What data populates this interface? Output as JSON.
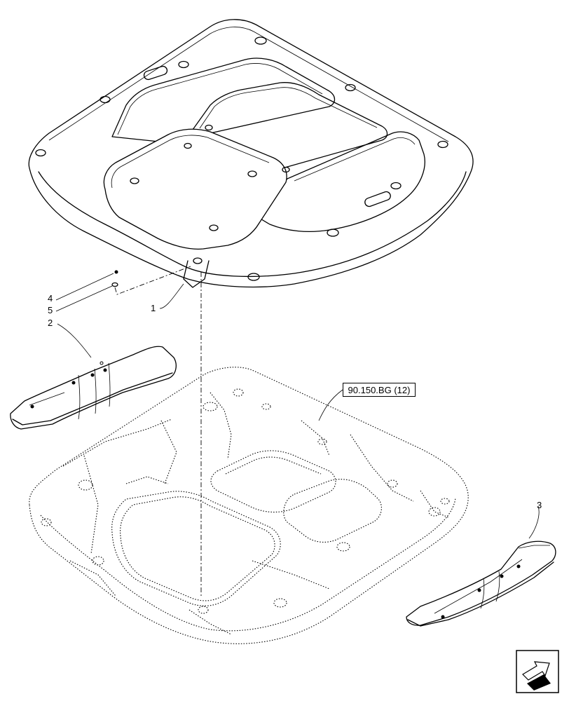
{
  "callouts": {
    "c1": "1",
    "c2": "2",
    "c3": "3",
    "c4": "4",
    "c5": "5"
  },
  "reference": "90.150.BG (12)",
  "nav_icon": "next-page-arrow-icon"
}
